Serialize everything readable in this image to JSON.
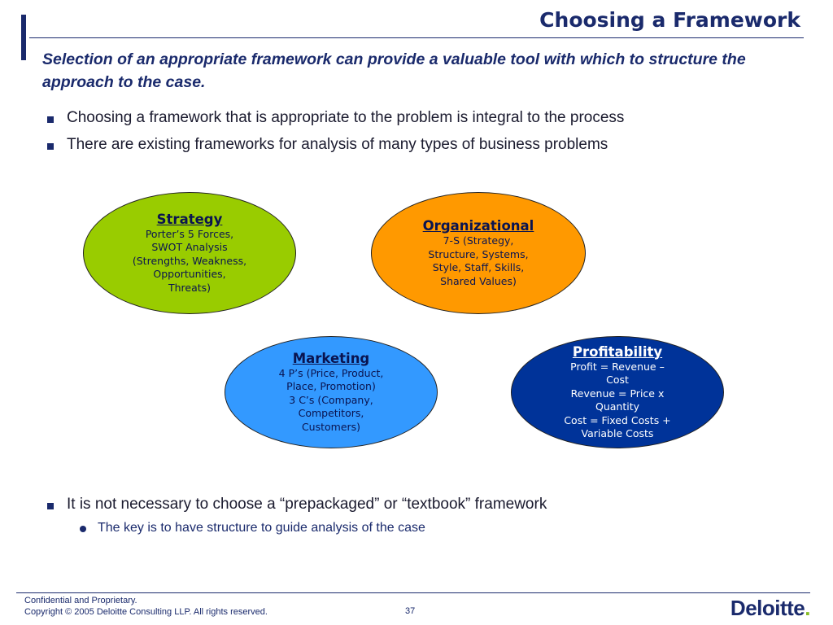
{
  "header": {
    "title": "Choosing a Framework",
    "subtitle": "Selection of an appropriate framework can provide a valuable tool with which to structure the approach to the case."
  },
  "bullets": [
    "Choosing a framework that is appropriate to the problem is integral to the process",
    "There are existing frameworks for analysis of many types of business problems",
    "It is not necessary to choose a “prepackaged” or “textbook” framework"
  ],
  "sub_bullets": [
    "The key is to have structure to guide analysis of the case"
  ],
  "frameworks": {
    "strategy": {
      "heading": "Strategy",
      "lines": [
        "Porter’s 5 Forces,",
        "SWOT Analysis",
        "(Strengths, Weakness,",
        "Opportunities,",
        "Threats)"
      ],
      "color": "#99cc00"
    },
    "organizational": {
      "heading": "Organizational",
      "lines": [
        "7-S (Strategy,",
        "Structure, Systems,",
        "Style, Staff, Skills,",
        "Shared Values)"
      ],
      "color": "#ff9900"
    },
    "marketing": {
      "heading": "Marketing",
      "lines": [
        "4 P’s (Price, Product,",
        "Place, Promotion)",
        "3 C’s (Company,",
        "Competitors,",
        "Customers)"
      ],
      "color": "#3399ff"
    },
    "profitability": {
      "heading": "Profitability",
      "lines": [
        "Profit = Revenue –",
        "Cost",
        "Revenue = Price x",
        "Quantity",
        "Cost = Fixed Costs +",
        "Variable Costs"
      ],
      "color": "#003399"
    }
  },
  "footer": {
    "line1": "Confidential and Proprietary.",
    "line2": "Copyright © 2005 Deloitte Consulting LLP.  All rights reserved.",
    "page_number": "37",
    "logo_text": "Deloitte",
    "logo_dot": "."
  }
}
